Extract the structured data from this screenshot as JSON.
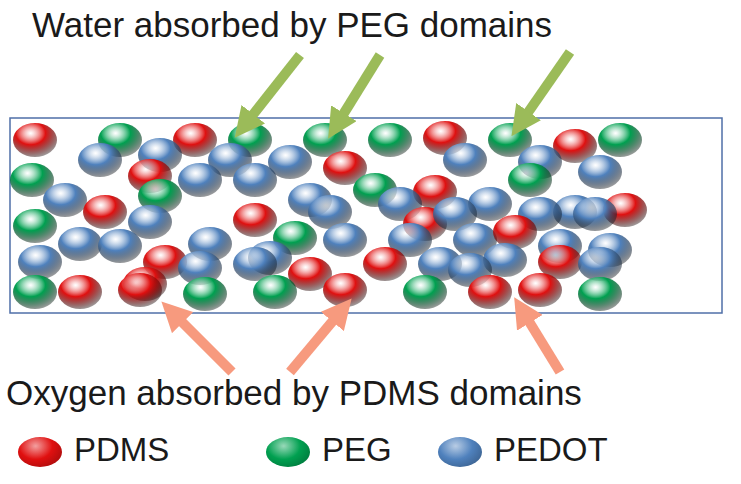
{
  "diagram": {
    "labels": [
      "Water absorbed by PEG domains",
      "Oxygen absorbed by PDMS domains"
    ],
    "legend": [
      {
        "text": "PDMS",
        "color": "#e01010"
      },
      {
        "text": "PEG",
        "color": "#00a050"
      },
      {
        "text": "PEDOT",
        "color": "#4f81bd"
      }
    ]
  }
}
